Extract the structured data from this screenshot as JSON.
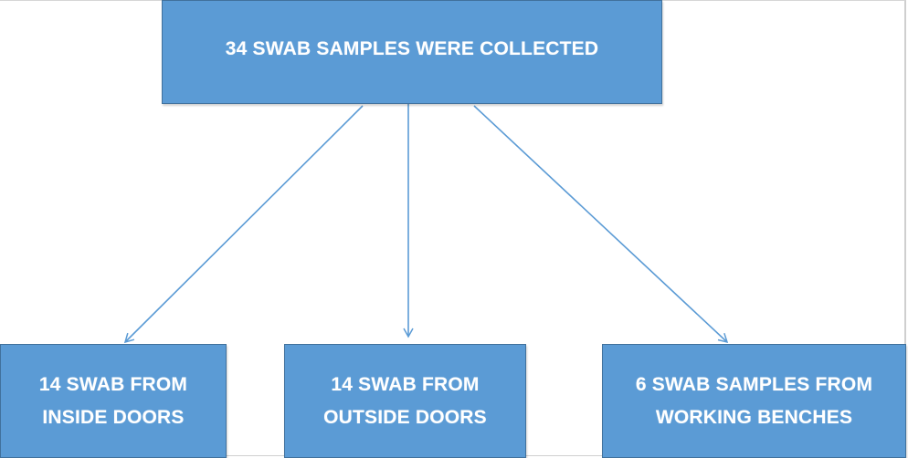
{
  "diagram": {
    "root": {
      "label": "34 SWAB SAMPLES WERE COLLECTED"
    },
    "children": [
      {
        "line1": "14 SWAB FROM",
        "line2": "INSIDE DOORS"
      },
      {
        "line1": "14 SWAB FROM",
        "line2": "OUTSIDE DOORS"
      },
      {
        "line1": "6 SWAB SAMPLES FROM",
        "line2": "WORKING BENCHES"
      }
    ],
    "colors": {
      "box_fill": "#5b9bd5",
      "box_border": "#41719c",
      "arrow": "#5b9bd5",
      "text": "#ffffff"
    }
  }
}
